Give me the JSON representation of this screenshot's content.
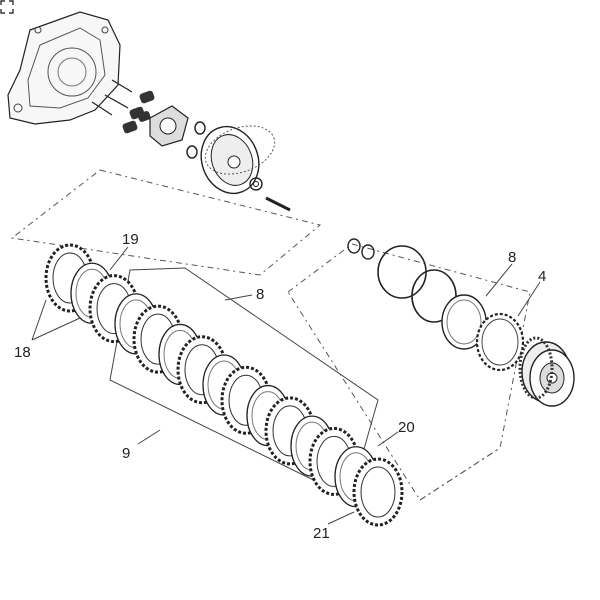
{
  "callouts": {
    "c19": "19",
    "c8a": "8",
    "c8b": "8",
    "c4": "4",
    "c18": "18",
    "c9": "9",
    "c20": "20",
    "c21": "21"
  },
  "colors": {
    "line": "#222222",
    "disc_fill": "#ffffff",
    "friction_teeth": "#333333",
    "background": "#ffffff"
  },
  "icons": [
    "expand-icon",
    "clutch-cover-icon",
    "clutch-basket-icon"
  ]
}
